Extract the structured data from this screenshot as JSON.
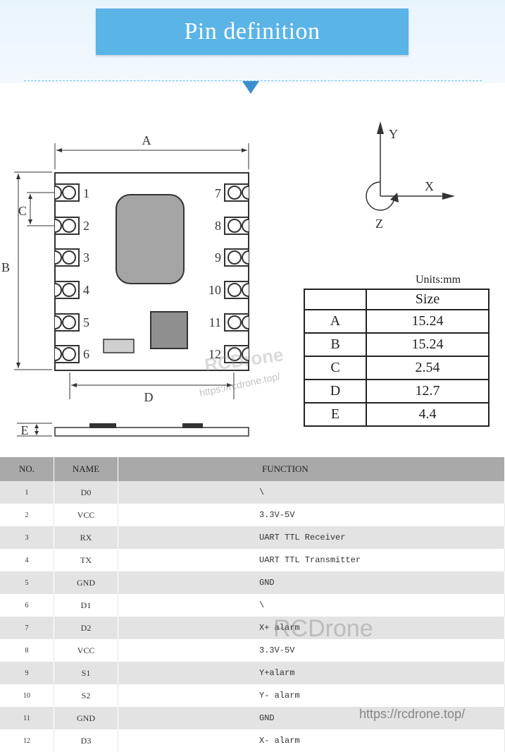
{
  "title": "Pin definition",
  "drawing": {
    "dim_labels": {
      "A": "A",
      "B": "B",
      "C": "C",
      "D": "D",
      "E": "E"
    },
    "left_pins": [
      "1",
      "2",
      "3",
      "4",
      "5",
      "6"
    ],
    "right_pins": [
      "7",
      "8",
      "9",
      "10",
      "11",
      "12"
    ]
  },
  "axes": {
    "x": "X",
    "y": "Y",
    "z": "Z"
  },
  "units_label": "Units:mm",
  "size_table": {
    "header": "Size",
    "rows": [
      {
        "key": "A",
        "value": "15.24"
      },
      {
        "key": "B",
        "value": "15.24"
      },
      {
        "key": "C",
        "value": "2.54"
      },
      {
        "key": "D",
        "value": "12.7"
      },
      {
        "key": "E",
        "value": "4.4"
      }
    ]
  },
  "pin_table": {
    "headers": {
      "no": "NO.",
      "name": "NAME",
      "function": "FUNCTION"
    },
    "rows": [
      {
        "no": "1",
        "name": "D0",
        "function": "\\"
      },
      {
        "no": "2",
        "name": "VCC",
        "function": "3.3V-5V"
      },
      {
        "no": "3",
        "name": "RX",
        "function": "UART TTL Receiver"
      },
      {
        "no": "4",
        "name": "TX",
        "function": "UART TTL Transmitter"
      },
      {
        "no": "5",
        "name": "GND",
        "function": "GND"
      },
      {
        "no": "6",
        "name": "D1",
        "function": "\\"
      },
      {
        "no": "7",
        "name": "D2",
        "function": "X+ alarm"
      },
      {
        "no": "8",
        "name": "VCC",
        "function": "3.3V-5V"
      },
      {
        "no": "9",
        "name": "S1",
        "function": "Y+alarm"
      },
      {
        "no": "10",
        "name": "S2",
        "function": "Y- alarm"
      },
      {
        "no": "11",
        "name": "GND",
        "function": "GND"
      },
      {
        "no": "12",
        "name": "D3",
        "function": "X- alarm"
      }
    ]
  },
  "watermarks": {
    "brand": "RCDrone",
    "url": "https://rcdrone.top/"
  }
}
